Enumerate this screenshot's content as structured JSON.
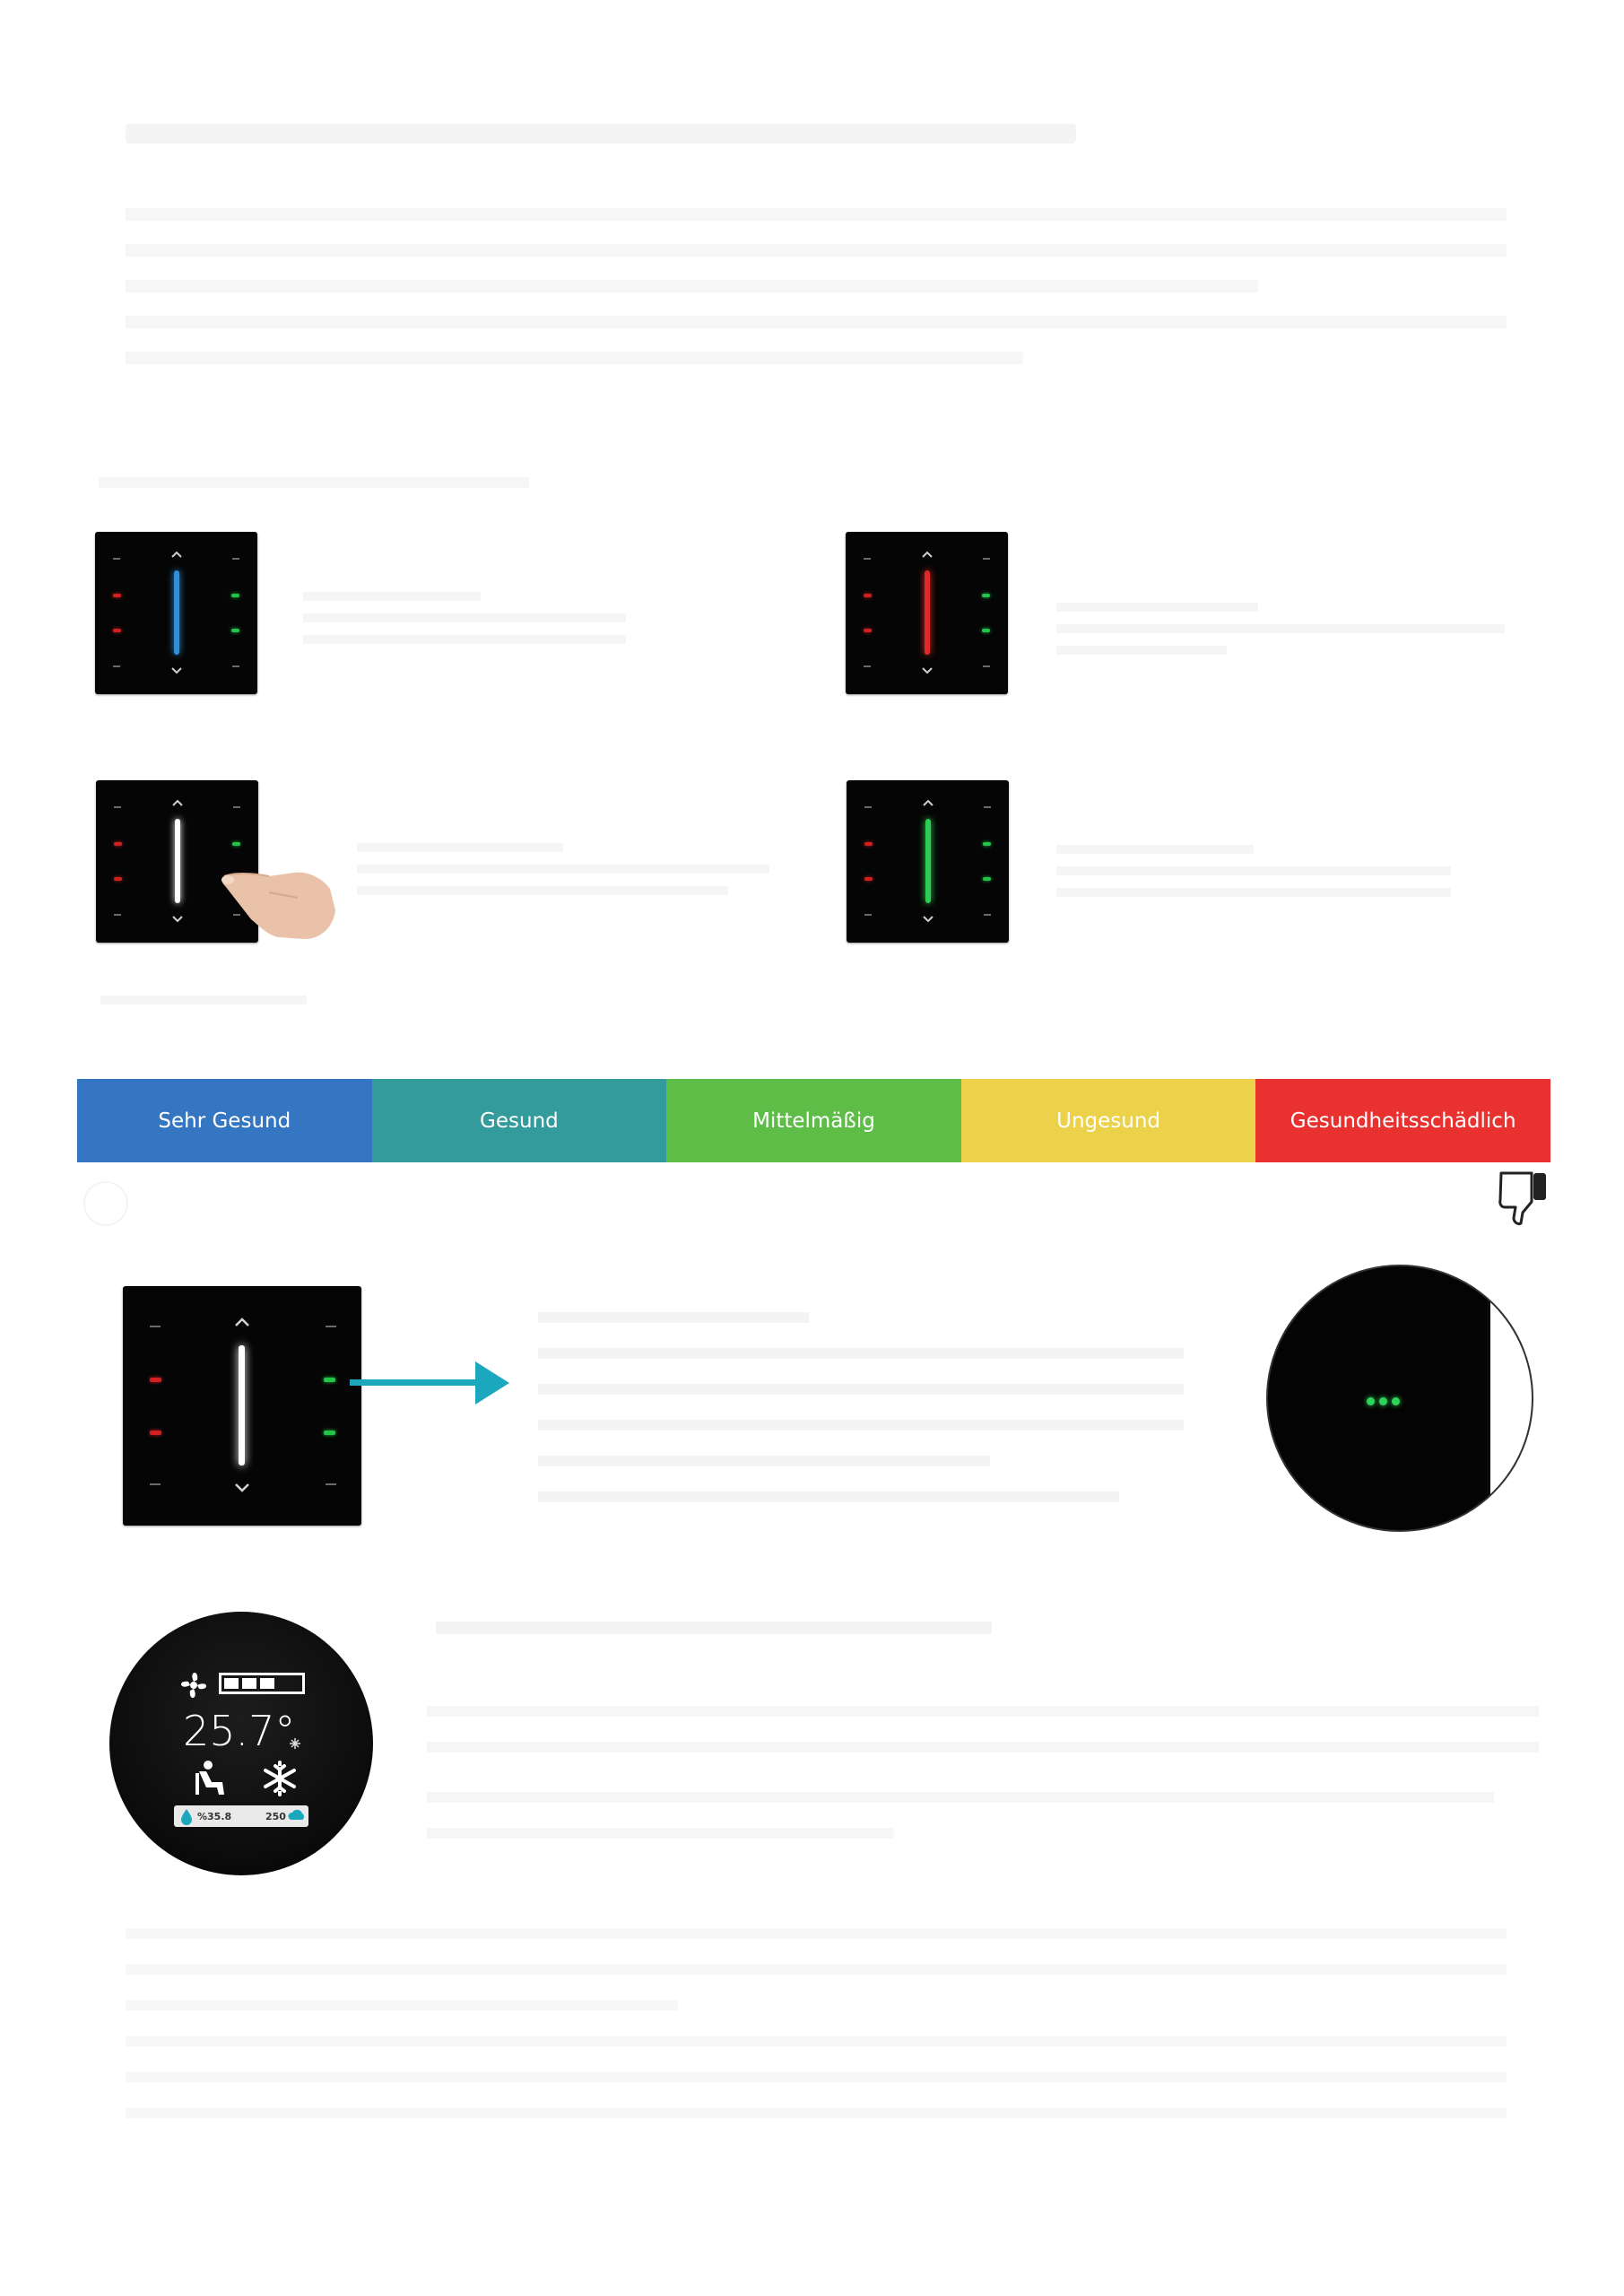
{
  "scale": {
    "segments": [
      {
        "label": "Sehr Gesund",
        "color": "#3576c3"
      },
      {
        "label": "Gesund",
        "color": "#339b9c"
      },
      {
        "label": "Mittelmäßig",
        "color": "#5dbd47"
      },
      {
        "label": "Ungesund",
        "color": "#ecd14a"
      },
      {
        "label": "Gesundheitsschädlich",
        "color": "#e9312f"
      }
    ]
  },
  "icons": {
    "thumbs_down": "thumbs-down-icon",
    "arrow": "arrow-right-icon",
    "fan": "fan-icon",
    "snowflake": "snowflake-icon",
    "person": "person-relax-icon"
  },
  "thermo": {
    "temperature": "25.7°",
    "humidity": "%35.8",
    "co2": "250"
  },
  "colors": {
    "blue_bar": "#2f8fd8",
    "red_bar": "#e02a2a",
    "green_bar": "#2fcc55",
    "white_bar": "#ffffff",
    "arrow": "#1ba7bd"
  }
}
